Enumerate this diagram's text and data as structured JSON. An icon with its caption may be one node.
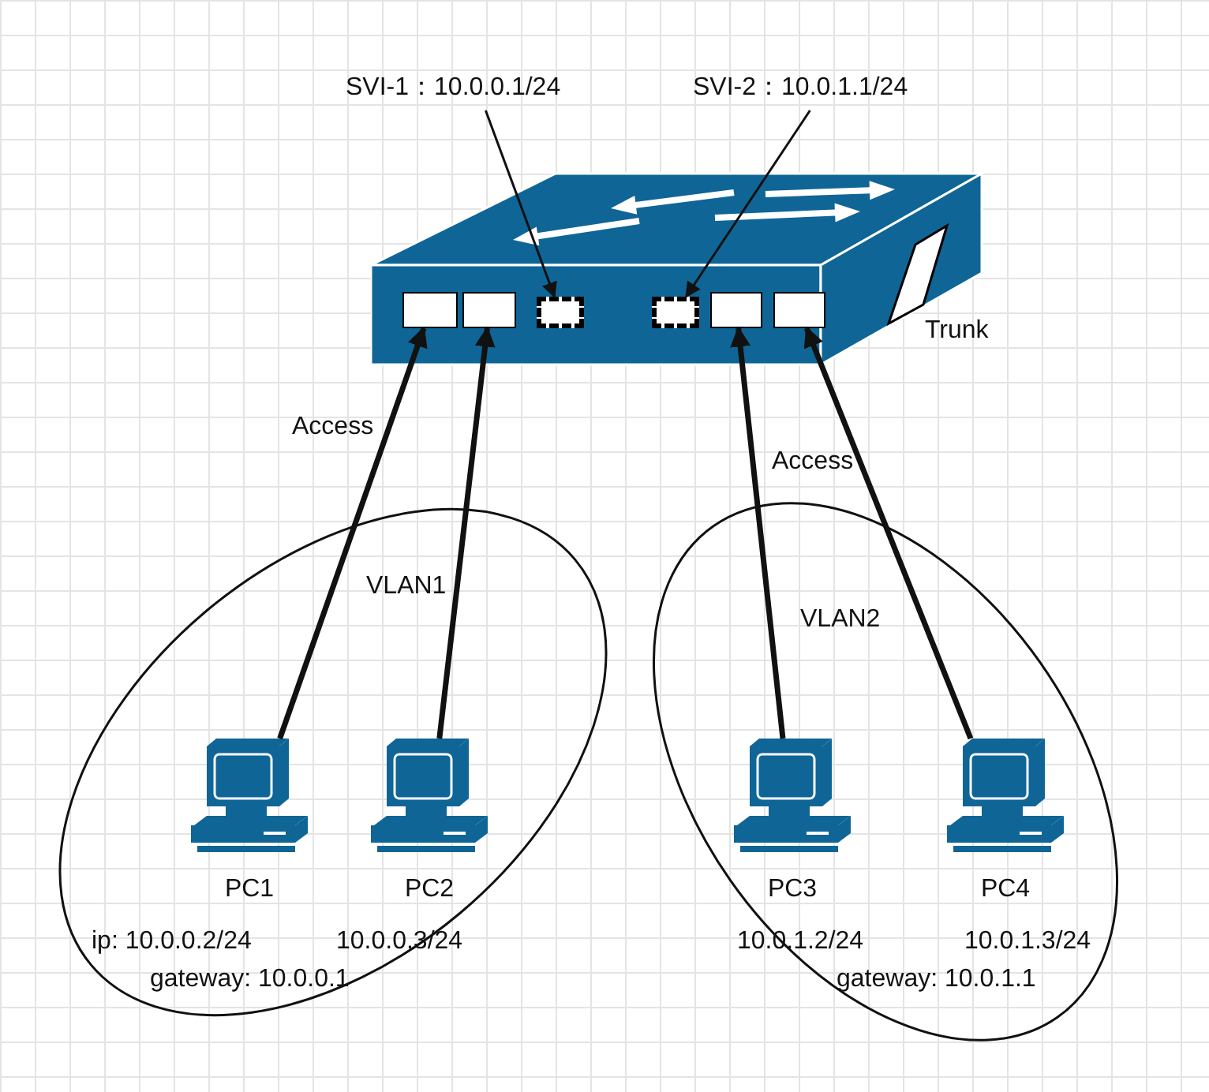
{
  "diagram": {
    "nodes": [
      {
        "text": [
          "SVI-1：10.0.0.1/24"
        ]
      },
      {
        "text": [
          "SVI-2：10.0.1.1/24"
        ]
      },
      {
        "text": [],
        "shape": "picture"
      },
      {
        "text": [],
        "shape": "box",
        "in": 2
      },
      {
        "text": [],
        "shape": "box",
        "in": 2
      },
      {
        "text": [],
        "shape": "box",
        "in": 2
      },
      {
        "text": [],
        "shape": "box",
        "in": 2
      },
      {
        "text": [],
        "shape": "box",
        "in": 2
      },
      {
        "text": [],
        "shape": "box",
        "in": 2
      },
      {
        "text": [
          "VLAN1"
        ]
      },
      {
        "text": [
          "PC1"
        ],
        "beside": [
          "ip: 10.0.0.2/24"
        ],
        "in": 9
      },
      {
        "text": [
          "PC2"
        ],
        "beside": [
          "10.0.0.3/24"
        ],
        "in": 9
      },
      {
        "text": [
          "VLAN2"
        ]
      },
      {
        "text": [
          "PC3"
        ],
        "beside": [
          "10.0.1.2/24"
        ],
        "in": 12
      },
      {
        "text": [
          "PC4"
        ],
        "beside": [
          "10.0.1.3/24"
        ],
        "in": 12
      }
    ],
    "edges": [
      {
        "from": 0,
        "to": 5,
        "arrow": "to"
      },
      {
        "from": 1,
        "to": 6,
        "arrow": "to"
      },
      {
        "from": 10,
        "to": 3,
        "arrow": "to"
      },
      {
        "from": 11,
        "to": 4,
        "arrow": "to"
      },
      {
        "from": 13,
        "to": 7,
        "arrow": "to"
      },
      {
        "from": 14,
        "to": 8,
        "arrow": "to"
      }
    ],
    "labels": [
      "Trunk",
      "Access",
      "Access",
      "gateway: 10.0.0.1",
      "gateway: 10.0.1.1"
    ]
  }
}
